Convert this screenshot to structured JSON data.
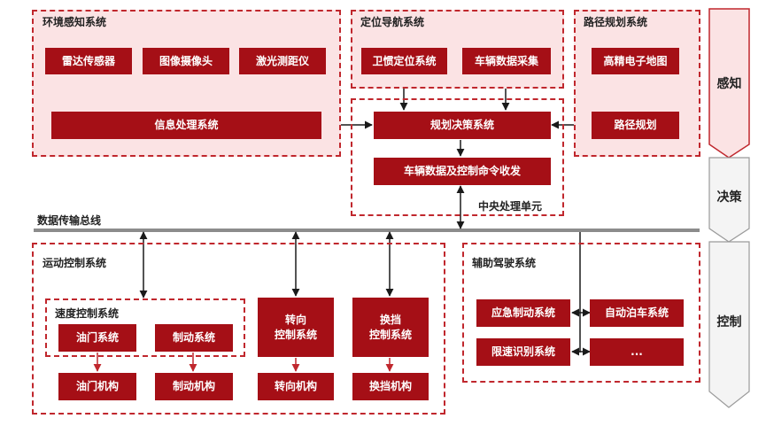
{
  "env": {
    "title": "环境感知系统",
    "radar": "雷达传感器",
    "camera": "图像摄像头",
    "lidar": "激光测距仪",
    "info": "信息处理系统"
  },
  "nav": {
    "title": "定位导航系统",
    "satellite": "卫惯定位系统",
    "vehicle_data": "车辆数据采集"
  },
  "route": {
    "title": "路径规划系统",
    "hdmap": "高精电子地图",
    "planning": "路径规划"
  },
  "cpu": {
    "title": "中央处理单元",
    "decision": "规划决策系统",
    "command": "车辆数据及控制命令收发"
  },
  "bus_label": "数据传输总线",
  "motion": {
    "title": "运动控制系统",
    "speed_title": "速度控制系统",
    "throttle": "油门系统",
    "brake": "制动系统",
    "steering_line1": "转向",
    "steering_line2": "控制系统",
    "gear_line1": "换挡",
    "gear_line2": "控制系统",
    "throttle_mech": "油门机构",
    "brake_mech": "制动机构",
    "steering_mech": "转向机构",
    "gear_mech": "换挡机构"
  },
  "assist": {
    "title": "辅助驾驶系统",
    "emergency": "应急制动系统",
    "parking": "自动泊车系统",
    "speed_limit": "限速识别系统",
    "more": "..."
  },
  "phases": {
    "perception": "感知",
    "decision": "决策",
    "control": "控制"
  },
  "colors": {
    "box": "#a50f16",
    "dashed_border": "#c0272d",
    "pink_fill": "#fbe3e4",
    "bus": "#8c8c8c"
  }
}
